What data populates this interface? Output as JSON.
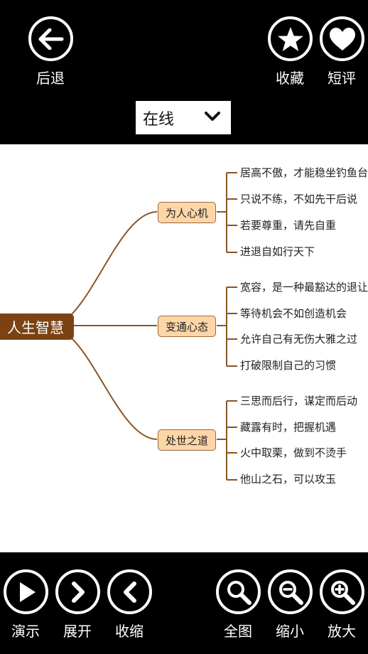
{
  "header": {
    "back_label": "后退",
    "favorite_label": "收藏",
    "review_label": "短评"
  },
  "mode_select": {
    "value": "在线"
  },
  "mindmap": {
    "root": "人生智慧",
    "branches": [
      {
        "title": "为人心机",
        "leaves": [
          "居高不傲，才能稳坐钓鱼台",
          "只说不练，不如先干后说",
          "若要尊重，请先自重",
          "进退自如行天下"
        ]
      },
      {
        "title": "变通心态",
        "leaves": [
          "宽容，是一种最豁达的退让",
          "等待机会不如创造机会",
          "允许自己有无伤大雅之过",
          "打破限制自己的习惯"
        ]
      },
      {
        "title": "处世之道",
        "leaves": [
          "三思而后行，谋定而后动",
          "藏露有时，把握机遇",
          "火中取栗，做到不烫手",
          "他山之石，可以攻玉"
        ]
      }
    ]
  },
  "footer": {
    "present_label": "演示",
    "expand_label": "展开",
    "collapse_label": "收缩",
    "fit_label": "全图",
    "zoom_out_label": "缩小",
    "zoom_in_label": "放大"
  },
  "colors": {
    "root_fill": "#7b4313",
    "branch_fill": "#fdd6a8",
    "connector": "#8a5523"
  }
}
